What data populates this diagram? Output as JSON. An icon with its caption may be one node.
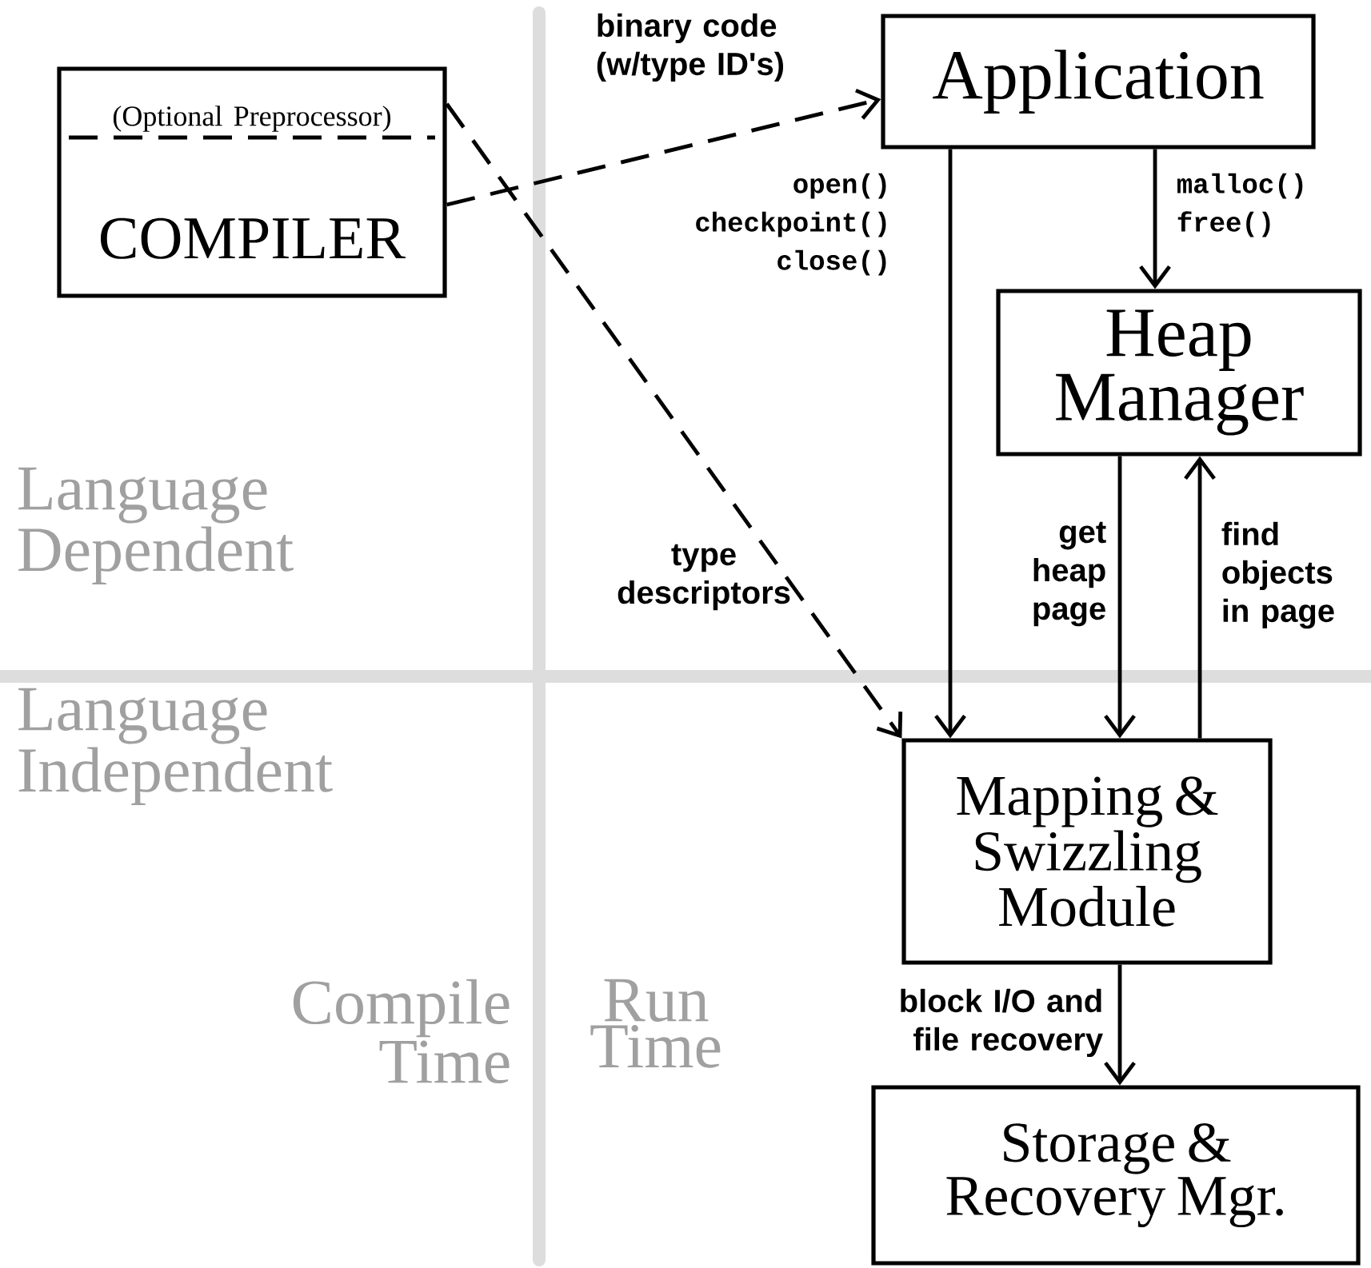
{
  "diagram": {
    "nodes": [
      {
        "text": [
          "(Optional Preprocessor)",
          "COMPILER"
        ]
      },
      {
        "text": [
          "Application"
        ]
      },
      {
        "text": [
          "Heap Manager"
        ]
      },
      {
        "text": [
          "Mapping & Swizzling Module"
        ]
      },
      {
        "text": [
          "Storage & Recovery Mgr."
        ]
      }
    ],
    "edges": [
      {
        "from": 0,
        "to": 1,
        "arrow": "to",
        "style": "dashed",
        "label": "binary code (w/type ID's)"
      },
      {
        "from": 0,
        "to": 3,
        "arrow": "to",
        "style": "dashed",
        "label": "type descriptors"
      },
      {
        "from": 1,
        "to": 3,
        "arrow": "to",
        "label": "open() checkpoint() close()"
      },
      {
        "from": 1,
        "to": 2,
        "arrow": "to",
        "label": "malloc() free()"
      },
      {
        "from": 2,
        "to": 3,
        "arrow": "to",
        "label": "get heap page"
      },
      {
        "from": 3,
        "to": 2,
        "arrow": "to",
        "label": "find objects in page"
      },
      {
        "from": 3,
        "to": 4,
        "arrow": "to",
        "label": "block I/O and file recovery"
      }
    ],
    "labels": [
      "Language Dependent",
      "Language Independent",
      "Compile Time",
      "Run Time"
    ]
  }
}
